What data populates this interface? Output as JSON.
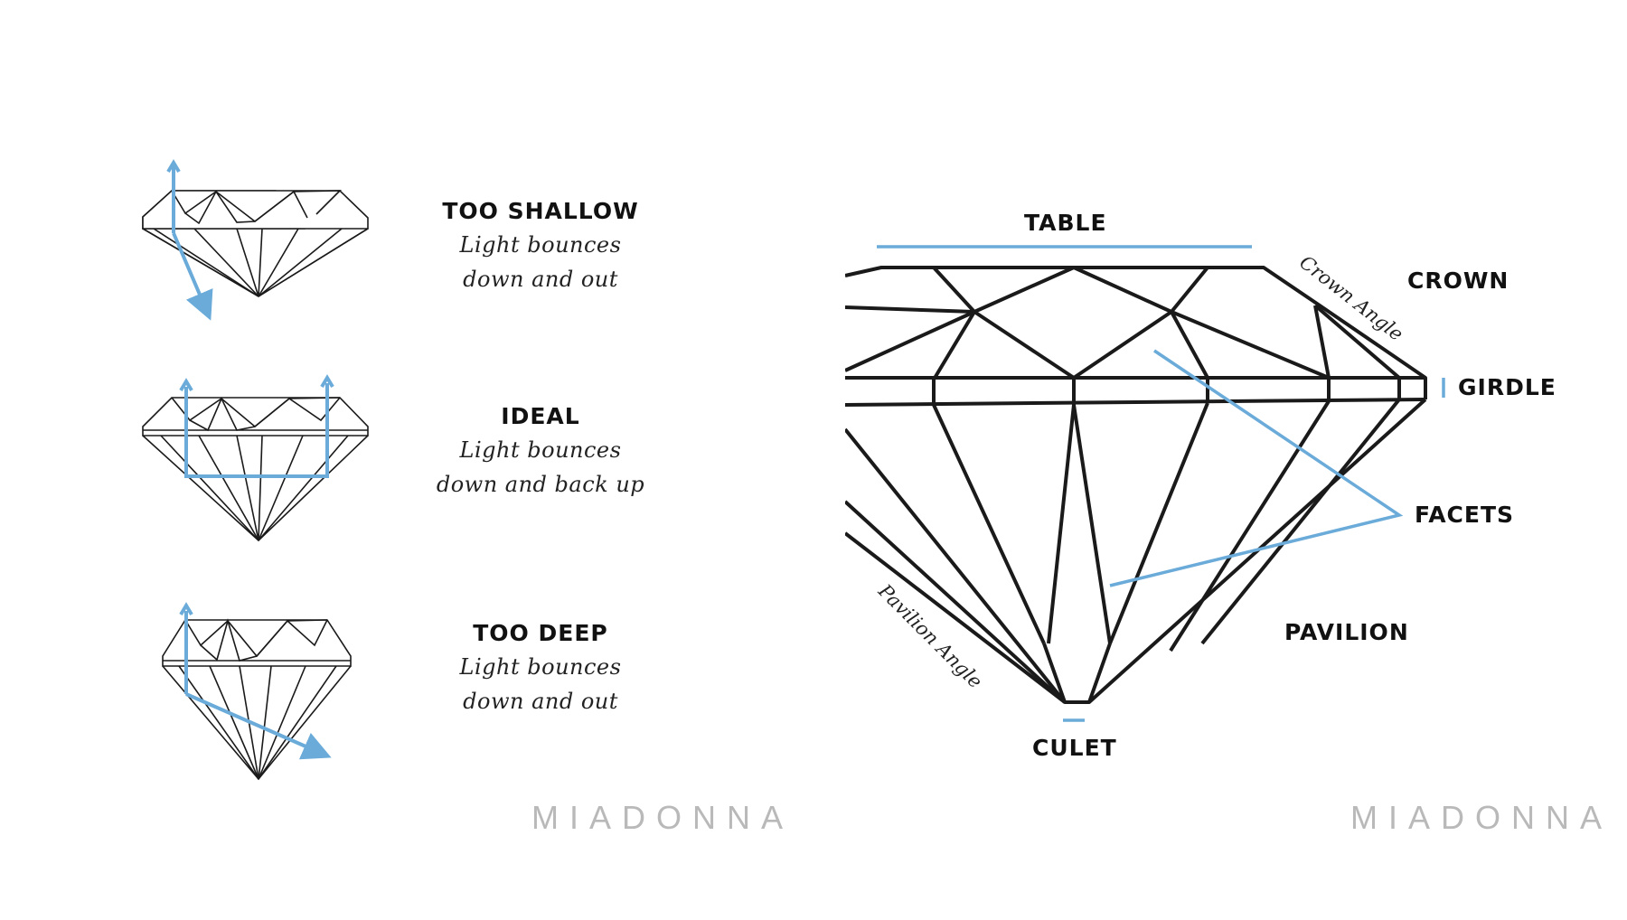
{
  "left_panel": {
    "rows": [
      {
        "title": "TOO SHALLOW",
        "line1": "Light bounces",
        "line2": "down and out"
      },
      {
        "title": "IDEAL",
        "line1": "Light bounces",
        "line2": "down and back up"
      },
      {
        "title": "TOO DEEP",
        "line1": "Light bounces",
        "line2": "down and out"
      }
    ],
    "brand": "MIADONNA"
  },
  "right_panel": {
    "labels": {
      "table": "TABLE",
      "crown": "CROWN",
      "crown_angle": "Crown Angle",
      "girdle": "GIRDLE",
      "facets": "FACETS",
      "pavilion": "PAVILION",
      "pavilion_angle": "Pavilion Angle",
      "culet": "CULET"
    },
    "brand": "MIADONNA"
  },
  "colors": {
    "accent": "#6aabd9",
    "ink": "#1a1a1a",
    "brand": "#b9b9b9"
  }
}
